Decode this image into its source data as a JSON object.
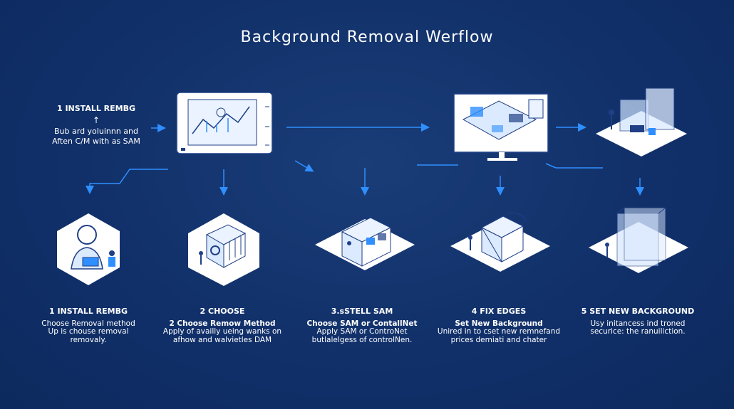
{
  "title": "Background Removal Werflow",
  "top_note": {
    "heading": "1 INSTALL REMBG",
    "arrow": "↑",
    "lines": [
      "Bub ard yoluinnn and",
      "Aften C/M with as SAM"
    ]
  },
  "steps": [
    {
      "heading": "1 INSTALL REMBG",
      "lines": [
        "Choose Removal method",
        "Up is chouse removal",
        "removaly."
      ],
      "bold": [
        false,
        false,
        false
      ]
    },
    {
      "heading": "2 CHOOSE",
      "lines": [
        "2 Choose Remow Method",
        "Apply of availly ueing wanks on",
        "afhow and walvietles DAM"
      ],
      "bold": [
        true,
        false,
        false
      ]
    },
    {
      "heading": "3.sSTELL SAM",
      "lines": [
        "Choose SAM or ContallNet",
        "Apply SAM or ControNet",
        "butlalelgess of controlNen."
      ],
      "bold": [
        true,
        false,
        false
      ]
    },
    {
      "heading": "4 FIX EDGES",
      "lines": [
        "Set  New Background",
        "Unired in to cset new remnefand",
        "prices demiati and chater"
      ],
      "bold": [
        true,
        false,
        false
      ]
    },
    {
      "heading": "5 SET NEW BACKGROUND",
      "lines": [
        "Usy initancess ind troned",
        "securice: the ranuiliction."
      ],
      "bold": [
        false,
        false
      ]
    }
  ],
  "colors": {
    "background": "#11306a",
    "accent": "#2f8fff",
    "tile": "#ffffff",
    "line_art": "#1f3f86"
  }
}
